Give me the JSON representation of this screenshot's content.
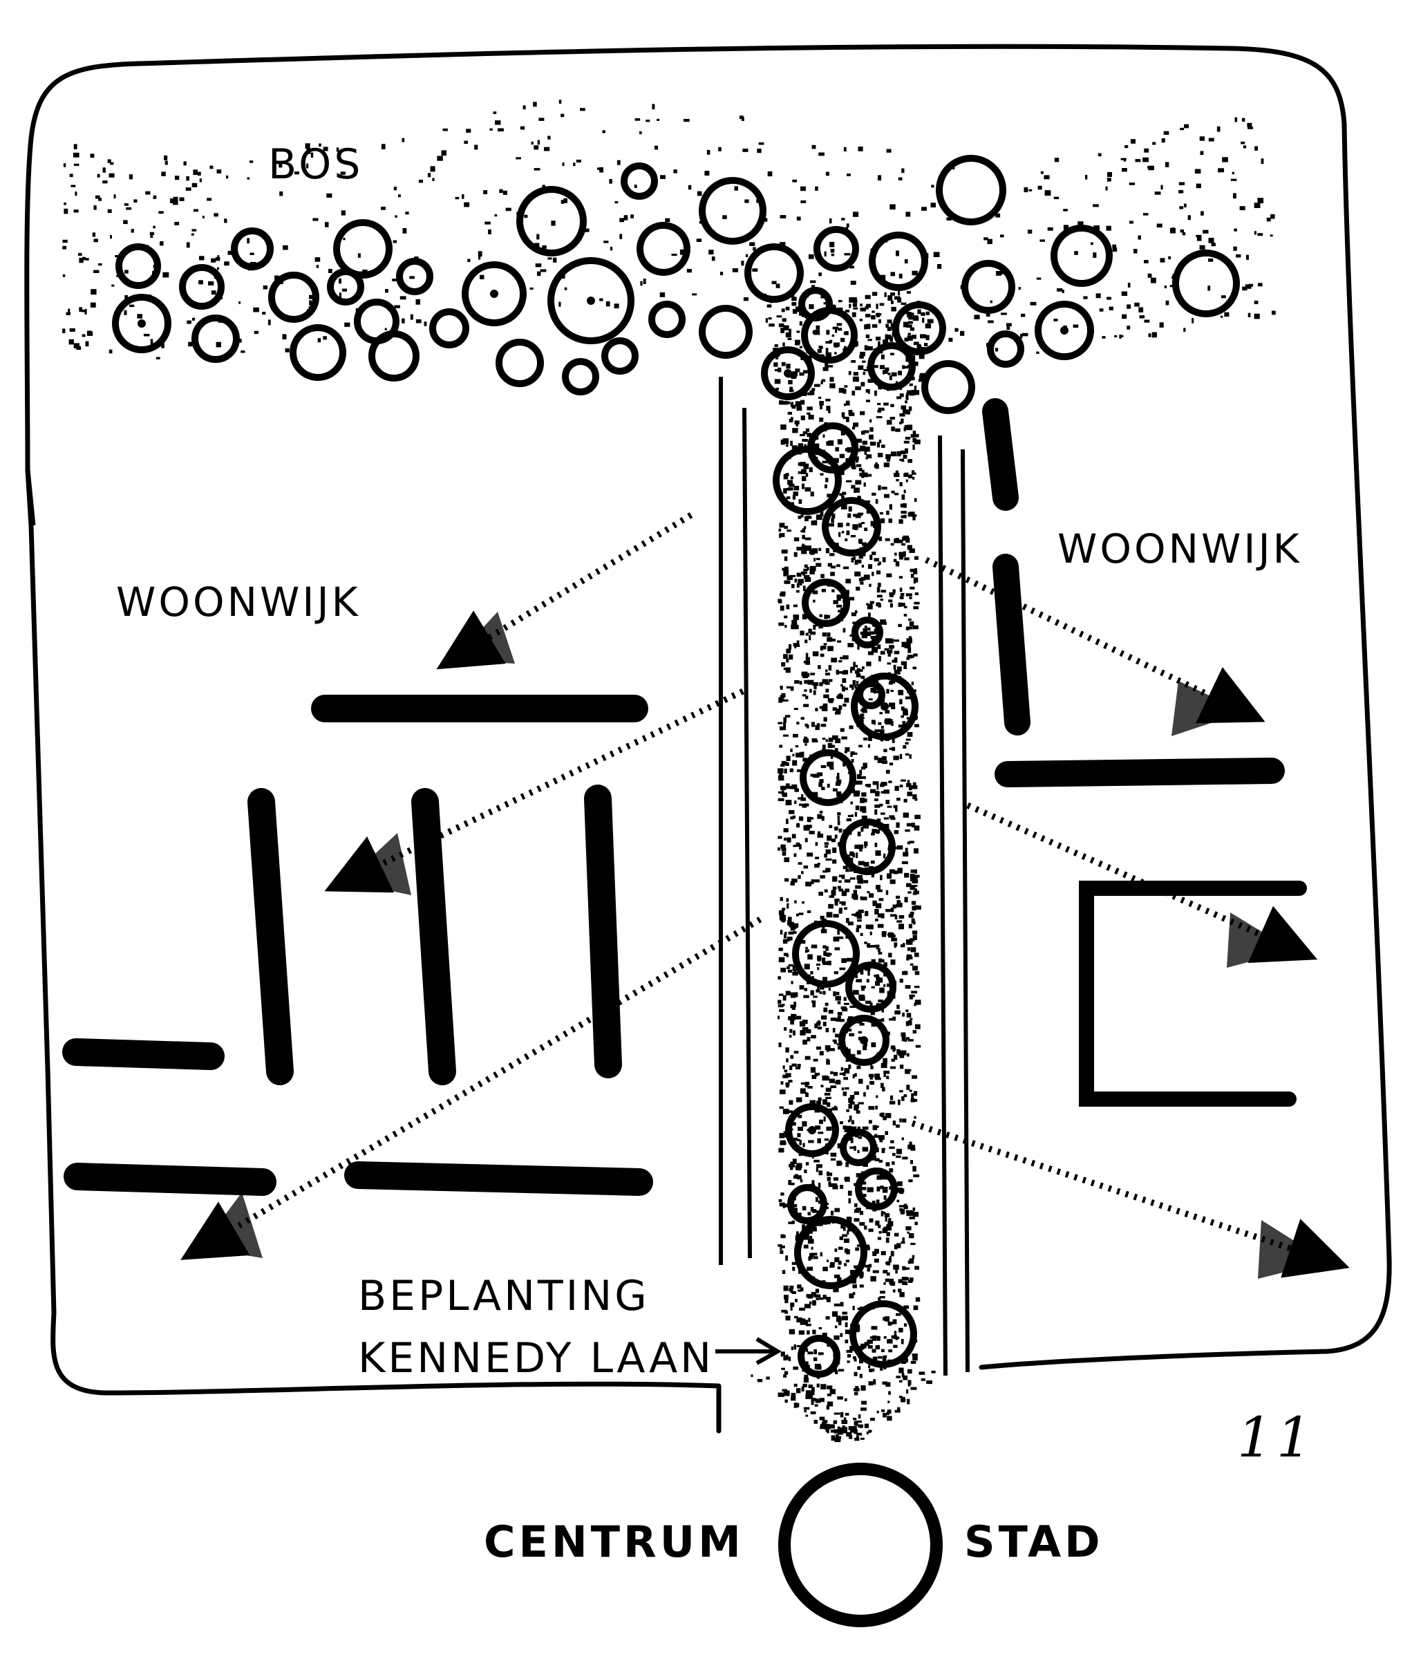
{
  "labels": {
    "forest": "BOS",
    "district_left": "WOONWIJK",
    "district_right": "WOONWIJK",
    "planting_line1": "BEPLANTING",
    "planting_line2": "KENNEDY LAAN",
    "centre_left": "CENTRUM",
    "centre_right": "STAD",
    "page_mark": "11"
  },
  "colors": {
    "ink": "#000000",
    "paper": "#ffffff"
  }
}
